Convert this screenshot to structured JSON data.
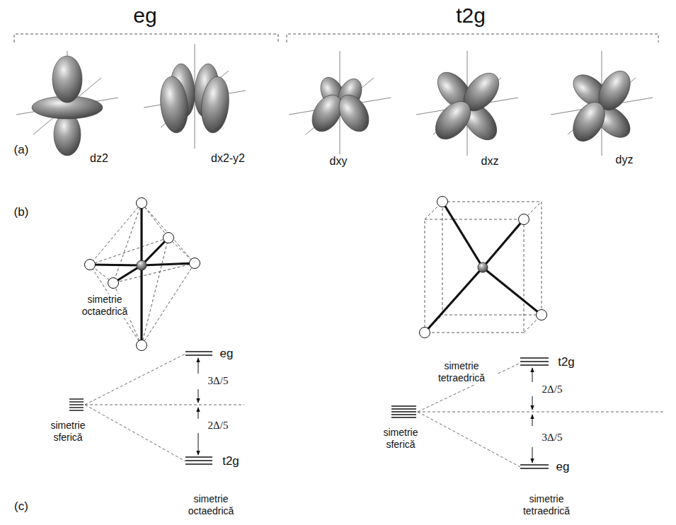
{
  "diagram": {
    "labels": [
      "eg",
      "t2g",
      "(a)",
      "dz2",
      "dx2-y2",
      "dxy",
      "dxz",
      "dyz",
      "(b)",
      "simetrie octaedrică",
      "simetrie tetraedrică",
      "eg",
      "3Δ/5",
      "2Δ/5",
      "t2g",
      "simetrie sferică",
      "simetrie octaedrică",
      "t2g",
      "2Δ/5",
      "3Δ/5",
      "eg",
      "simetrie sferică",
      "simetrie tetraedrică",
      "(c)"
    ]
  }
}
